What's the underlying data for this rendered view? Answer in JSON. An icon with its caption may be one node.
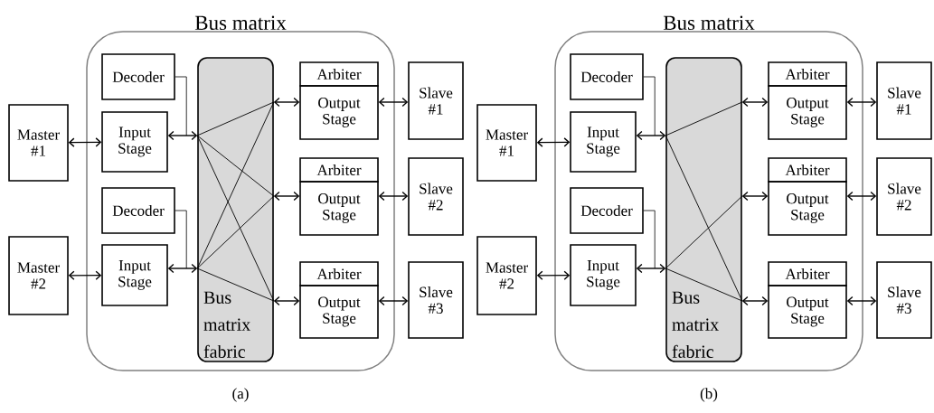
{
  "diagram": {
    "nodes": [
      {
        "text": [
          "Bus matrix"
        ]
      },
      {
        "text": [
          "Master #1"
        ]
      },
      {
        "text": [
          "Master #2"
        ]
      },
      {
        "text": [
          "Decoder"
        ],
        "in": 0
      },
      {
        "text": [
          "Input Stage"
        ],
        "in": 0
      },
      {
        "text": [
          "Decoder"
        ],
        "in": 0
      },
      {
        "text": [
          "Input Stage"
        ],
        "in": 0
      },
      {
        "text": [
          "Bus matrix fabric"
        ],
        "in": 0
      },
      {
        "text": [
          "Arbiter"
        ],
        "in": 0
      },
      {
        "text": [
          "Output Stage"
        ],
        "in": 0
      },
      {
        "text": [
          "Arbiter"
        ],
        "in": 0
      },
      {
        "text": [
          "Output Stage"
        ],
        "in": 0
      },
      {
        "text": [
          "Arbiter"
        ],
        "in": 0
      },
      {
        "text": [
          "Output Stage"
        ],
        "in": 0
      },
      {
        "text": [
          "Slave #1"
        ]
      },
      {
        "text": [
          "Slave #2"
        ]
      },
      {
        "text": [
          "Slave #3"
        ]
      },
      {
        "text": [
          "Bus matrix"
        ]
      },
      {
        "text": [
          "Master #1"
        ]
      },
      {
        "text": [
          "Master #2"
        ]
      },
      {
        "text": [
          "Decoder"
        ],
        "in": 17
      },
      {
        "text": [
          "Input Stage"
        ],
        "in": 17
      },
      {
        "text": [
          "Decoder"
        ],
        "in": 17
      },
      {
        "text": [
          "Input Stage"
        ],
        "in": 17
      },
      {
        "text": [
          "Bus matrix fabric"
        ],
        "in": 17
      },
      {
        "text": [
          "Arbiter"
        ],
        "in": 17
      },
      {
        "text": [
          "Output Stage"
        ],
        "in": 17
      },
      {
        "text": [
          "Arbiter"
        ],
        "in": 17
      },
      {
        "text": [
          "Output Stage"
        ],
        "in": 17
      },
      {
        "text": [
          "Arbiter"
        ],
        "in": 17
      },
      {
        "text": [
          "Output Stage"
        ],
        "in": 17
      },
      {
        "text": [
          "Slave #1"
        ]
      },
      {
        "text": [
          "Slave #2"
        ]
      },
      {
        "text": [
          "Slave #3"
        ]
      }
    ],
    "edges": [
      {
        "from": 1,
        "to": 4,
        "arrow": "both"
      },
      {
        "from": 2,
        "to": 6,
        "arrow": "both"
      },
      {
        "from": 3,
        "to": 7,
        "arrow": "none"
      },
      {
        "from": 5,
        "to": 7,
        "arrow": "none"
      },
      {
        "from": 4,
        "to": 7,
        "arrow": "both"
      },
      {
        "from": 6,
        "to": 7,
        "arrow": "both"
      },
      {
        "from": 7,
        "to": 9,
        "arrow": "both"
      },
      {
        "from": 7,
        "to": 11,
        "arrow": "both"
      },
      {
        "from": 7,
        "to": 13,
        "arrow": "both"
      },
      {
        "from": 9,
        "to": 14,
        "arrow": "both"
      },
      {
        "from": 11,
        "to": 15,
        "arrow": "both"
      },
      {
        "from": 13,
        "to": 16,
        "arrow": "both"
      },
      {
        "from": 18,
        "to": 21,
        "arrow": "both"
      },
      {
        "from": 19,
        "to": 23,
        "arrow": "both"
      },
      {
        "from": 20,
        "to": 24,
        "arrow": "none"
      },
      {
        "from": 22,
        "to": 24,
        "arrow": "none"
      },
      {
        "from": 21,
        "to": 24,
        "arrow": "both"
      },
      {
        "from": 23,
        "to": 24,
        "arrow": "both"
      },
      {
        "from": 24,
        "to": 26,
        "arrow": "both"
      },
      {
        "from": 24,
        "to": 28,
        "arrow": "both"
      },
      {
        "from": 24,
        "to": 30,
        "arrow": "both"
      },
      {
        "from": 26,
        "to": 31,
        "arrow": "both"
      },
      {
        "from": 28,
        "to": 32,
        "arrow": "both"
      },
      {
        "from": 30,
        "to": 33,
        "arrow": "both"
      }
    ],
    "labels": [
      "(a)",
      "(b)"
    ]
  }
}
